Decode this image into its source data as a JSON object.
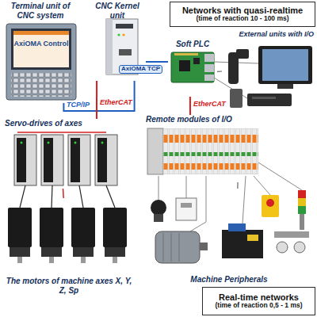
{
  "diagram": {
    "nodes": [
      {
        "text": [
          "Terminal unit of CNC system"
        ]
      },
      {
        "text": [
          "CNC Kernel unit"
        ]
      },
      {
        "text": [
          "Networks with quasi-realtime",
          "(time of reaction 10 - 100 ms)"
        ]
      },
      {
        "text": [
          "Soft PLC"
        ]
      },
      {
        "text": [
          "External units with I/O"
        ]
      },
      {
        "text": [
          "Servo-drives of axes"
        ]
      },
      {
        "text": [
          "Remote modules of I/O"
        ]
      },
      {
        "text": [
          "The motors of machine axes X, Y, Z, Sp"
        ]
      },
      {
        "text": [
          "Machine Peripherals"
        ]
      },
      {
        "text": [
          "Real-time networks",
          "(time of reaction 0,5 - 1 ms)"
        ]
      }
    ],
    "edges": [
      {
        "from": 0,
        "to": 1,
        "arrow": "none",
        "label": "TCP/IP"
      },
      {
        "from": 1,
        "to": 3,
        "arrow": "none",
        "label": "AxiOMA TCP"
      },
      {
        "from": 1,
        "to": 5,
        "arrow": "none",
        "label": "EtherCAT"
      },
      {
        "from": 3,
        "to": 6,
        "arrow": "none",
        "label": "EtherCAT"
      },
      {
        "from": 3,
        "to": 4,
        "arrow": "none"
      },
      {
        "from": 5,
        "to": 7,
        "arrow": "none"
      },
      {
        "from": 6,
        "to": 8,
        "arrow": "none"
      }
    ],
    "labels": [
      "AxiOMA Control"
    ]
  }
}
